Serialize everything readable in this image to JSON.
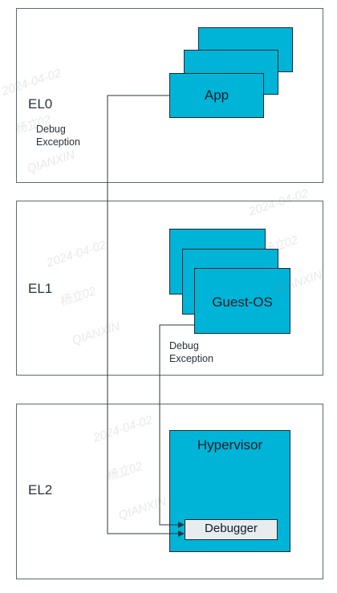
{
  "levels": {
    "el0": "EL0",
    "el1": "EL1",
    "el2": "EL2"
  },
  "boxes": {
    "app": "App",
    "guest_os": "Guest-OS",
    "hypervisor": "Hypervisor",
    "debugger": "Debugger"
  },
  "notes": {
    "el0_debug_line1": "Debug",
    "el0_debug_line2": "Exception",
    "el1_debug_line1": "Debug",
    "el1_debug_line2": "Exception"
  },
  "watermark": {
    "date": "2024-04-02",
    "name": "杨立02",
    "org": "QIANXIN"
  },
  "colors": {
    "box_fill": "#00b4d8",
    "debugger_fill": "#e9ecee",
    "border": "#1b2a33"
  }
}
